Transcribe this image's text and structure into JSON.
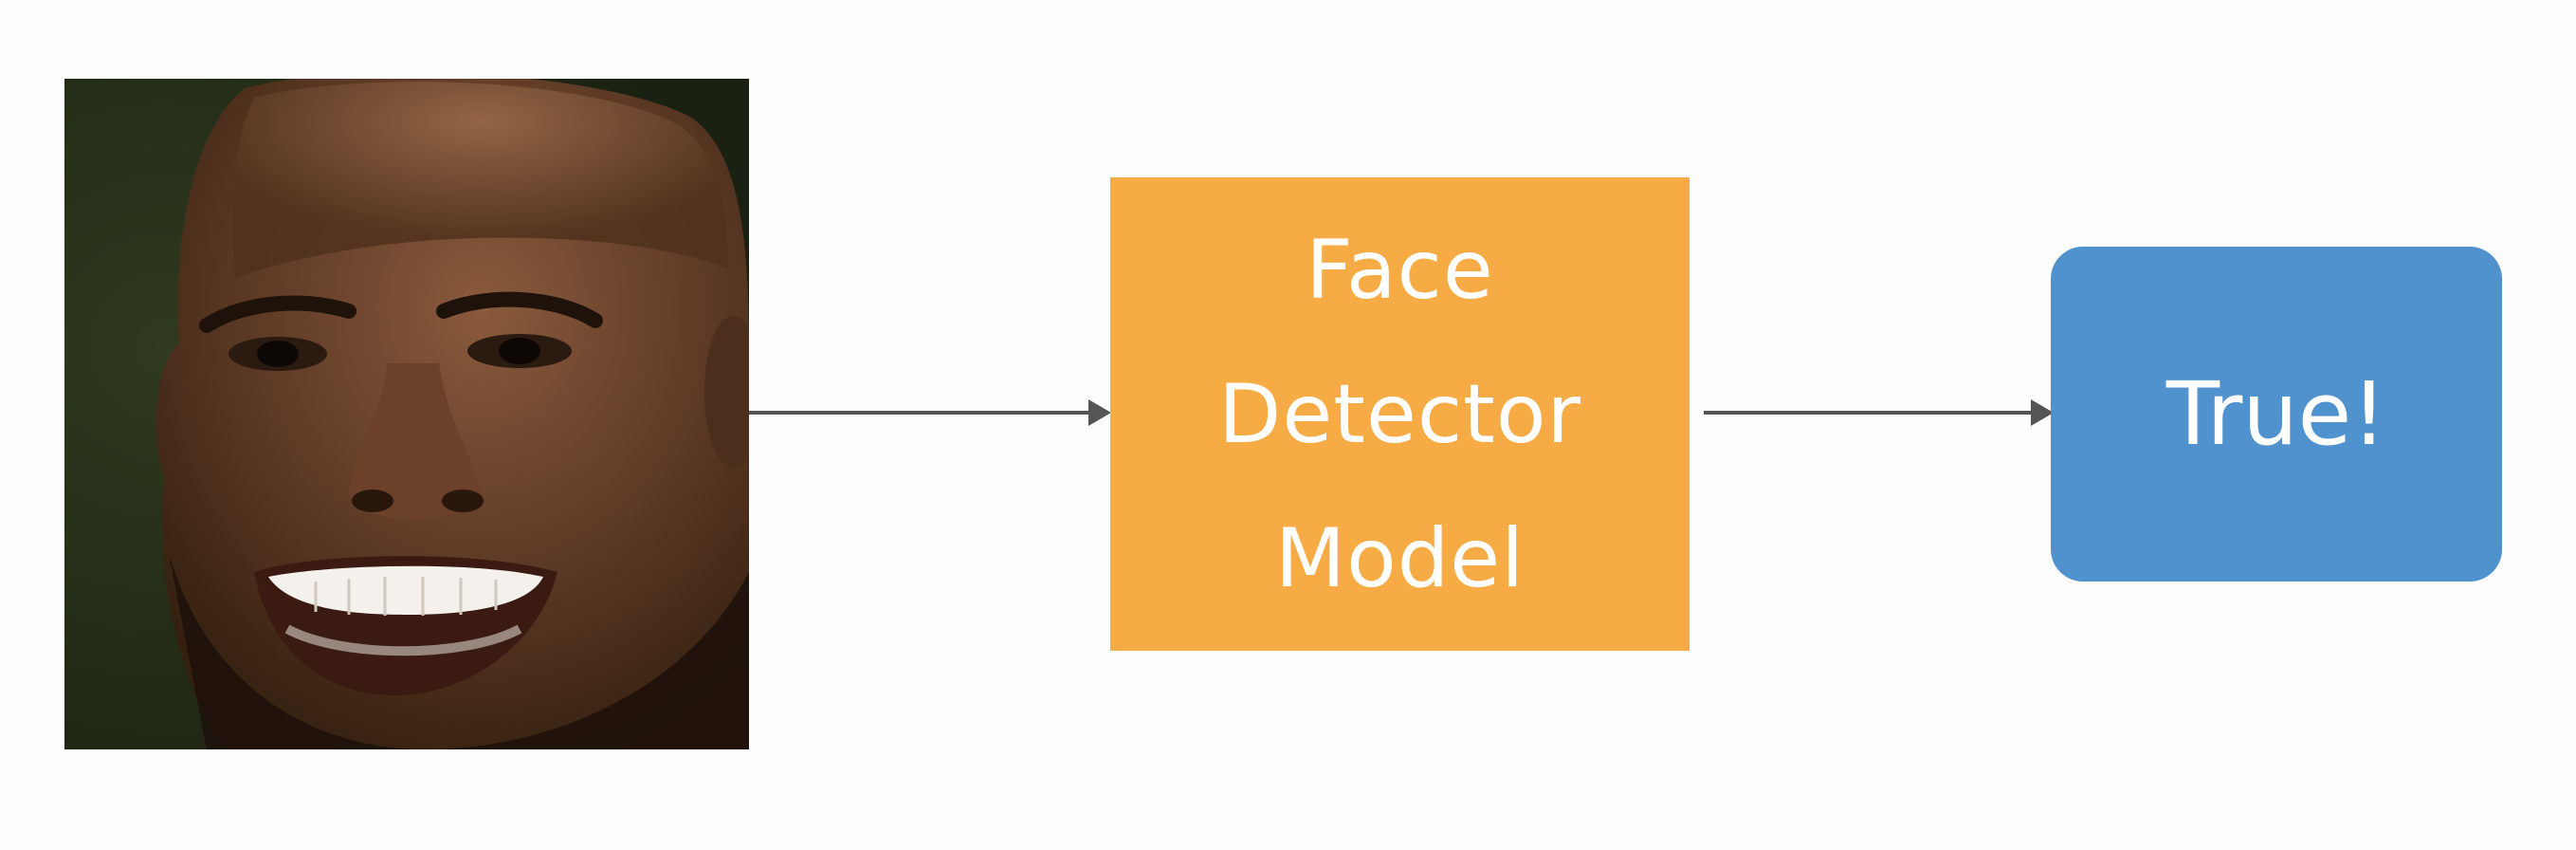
{
  "diagram": {
    "input_image": {
      "icon": "smiling-face-photo"
    },
    "model_box": {
      "lines": [
        "Face",
        "Detector",
        "Model"
      ],
      "color": "#f6ab45"
    },
    "output_box": {
      "label": "True!",
      "color": "#4f92ce"
    },
    "arrow_color": "#555555"
  }
}
